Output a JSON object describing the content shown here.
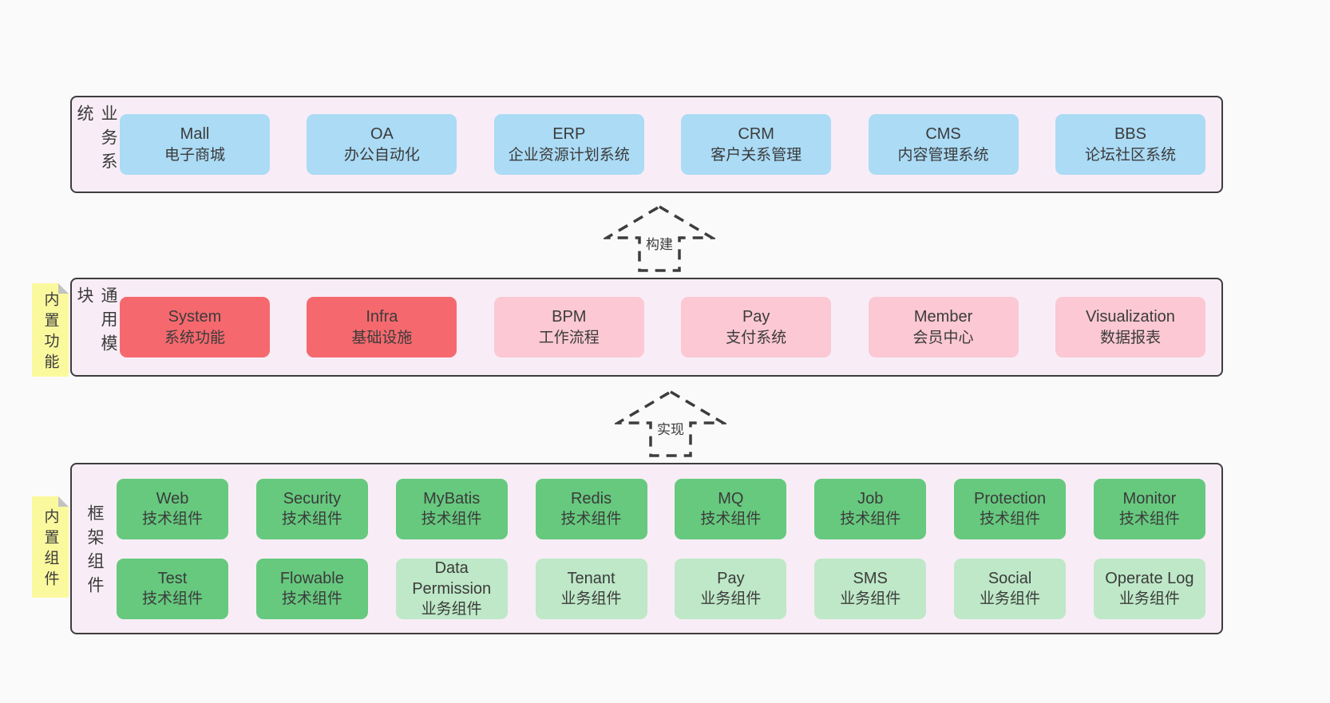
{
  "colors": {
    "page_bg": "#fafafa",
    "band_bg": "#f8edf6",
    "band_border": "#3d3d3d",
    "text": "#3b3b3b",
    "blue": "#abdbf5",
    "red": "#f5696e",
    "pink": "#fbc8d3",
    "green": "#66c97e",
    "green_light": "#bee8c7",
    "yellow_note": "#fbf99e",
    "note_fold": "#c2c2c2"
  },
  "arrows": [
    {
      "label": "构建"
    },
    {
      "label": "实现"
    }
  ],
  "bands": [
    {
      "label": "业务系统",
      "note": null,
      "rows": [
        [
          {
            "title": "Mall",
            "subtitle": "电子商城",
            "variant": "blue"
          },
          {
            "title": "OA",
            "subtitle": "办公自动化",
            "variant": "blue"
          },
          {
            "title": "ERP",
            "subtitle": "企业资源计划系统",
            "variant": "blue"
          },
          {
            "title": "CRM",
            "subtitle": "客户关系管理",
            "variant": "blue"
          },
          {
            "title": "CMS",
            "subtitle": "内容管理系统",
            "variant": "blue"
          },
          {
            "title": "BBS",
            "subtitle": "论坛社区系统",
            "variant": "blue"
          }
        ]
      ]
    },
    {
      "label": "通用模块",
      "note": "内置功能",
      "rows": [
        [
          {
            "title": "System",
            "subtitle": "系统功能",
            "variant": "red"
          },
          {
            "title": "Infra",
            "subtitle": "基础设施",
            "variant": "red"
          },
          {
            "title": "BPM",
            "subtitle": "工作流程",
            "variant": "pink"
          },
          {
            "title": "Pay",
            "subtitle": "支付系统",
            "variant": "pink"
          },
          {
            "title": "Member",
            "subtitle": "会员中心",
            "variant": "pink"
          },
          {
            "title": "Visualization",
            "subtitle": "数据报表",
            "variant": "pink"
          }
        ]
      ]
    },
    {
      "label": "框架组件",
      "note": "内置组件",
      "rows": [
        [
          {
            "title": "Web",
            "subtitle": "技术组件",
            "variant": "green"
          },
          {
            "title": "Security",
            "subtitle": "技术组件",
            "variant": "green"
          },
          {
            "title": "MyBatis",
            "subtitle": "技术组件",
            "variant": "green"
          },
          {
            "title": "Redis",
            "subtitle": "技术组件",
            "variant": "green"
          },
          {
            "title": "MQ",
            "subtitle": "技术组件",
            "variant": "green"
          },
          {
            "title": "Job",
            "subtitle": "技术组件",
            "variant": "green"
          },
          {
            "title": "Protection",
            "subtitle": "技术组件",
            "variant": "green"
          },
          {
            "title": "Monitor",
            "subtitle": "技术组件",
            "variant": "green"
          }
        ],
        [
          {
            "title": "Test",
            "subtitle": "技术组件",
            "variant": "green"
          },
          {
            "title": "Flowable",
            "subtitle": "技术组件",
            "variant": "green"
          },
          {
            "title": "Data Permission",
            "subtitle": "业务组件",
            "variant": "green_light"
          },
          {
            "title": "Tenant",
            "subtitle": "业务组件",
            "variant": "green_light"
          },
          {
            "title": "Pay",
            "subtitle": "业务组件",
            "variant": "green_light"
          },
          {
            "title": "SMS",
            "subtitle": "业务组件",
            "variant": "green_light"
          },
          {
            "title": "Social",
            "subtitle": "业务组件",
            "variant": "green_light"
          },
          {
            "title": "Operate Log",
            "subtitle": "业务组件",
            "variant": "green_light"
          }
        ]
      ]
    }
  ]
}
